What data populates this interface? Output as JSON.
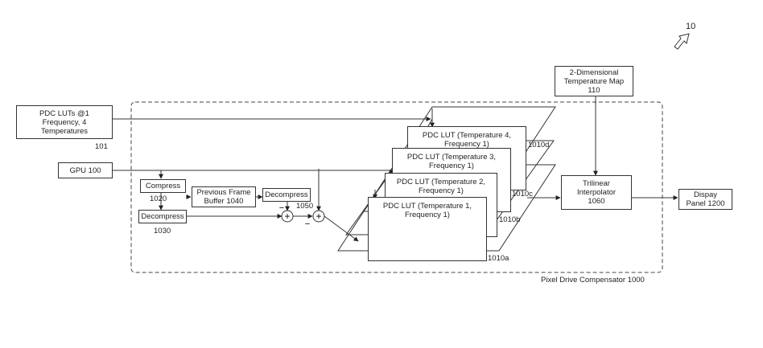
{
  "figure_ref": "10",
  "boxes": {
    "pdc_luts": [
      "PDC LUTs @1",
      "Frequency, 4",
      "Temperatures"
    ],
    "pdc_luts_ref": "101",
    "gpu": "GPU 100",
    "temp_map": [
      "2-Dimensional",
      "Temperature Map",
      "110"
    ],
    "compress": "Compress",
    "compress_ref": "1020",
    "decompress_a": "Decompress",
    "decompress_a_ref": "1030",
    "frame_buffer": [
      "Previous Frame",
      "Buffer 1040"
    ],
    "decompress_b": "Decompress",
    "decompress_b_ref": "1050",
    "lut4": [
      "PDC LUT (Temperature 4,",
      "Frequency 1)"
    ],
    "lut4_ref": "1010d",
    "lut3": [
      "PDC LUT (Temperature 3,",
      "Frequency 1)"
    ],
    "lut3_ref": "1010c",
    "lut2": [
      "PDC LUT (Temperature 2,",
      "Frequency 1)"
    ],
    "lut2_ref": "1010b",
    "lut1": [
      "PDC LUT (Temperature 1,",
      "Frequency 1)"
    ],
    "lut1_ref": "1010a",
    "trilinear": [
      "Trilinear",
      "Interpolator",
      "1060"
    ],
    "display": [
      "Dispay",
      "Panel 1200"
    ],
    "compensator": "Pixel Drive Compensator 1000"
  },
  "operators": {
    "plus": "+",
    "minus": "−"
  }
}
